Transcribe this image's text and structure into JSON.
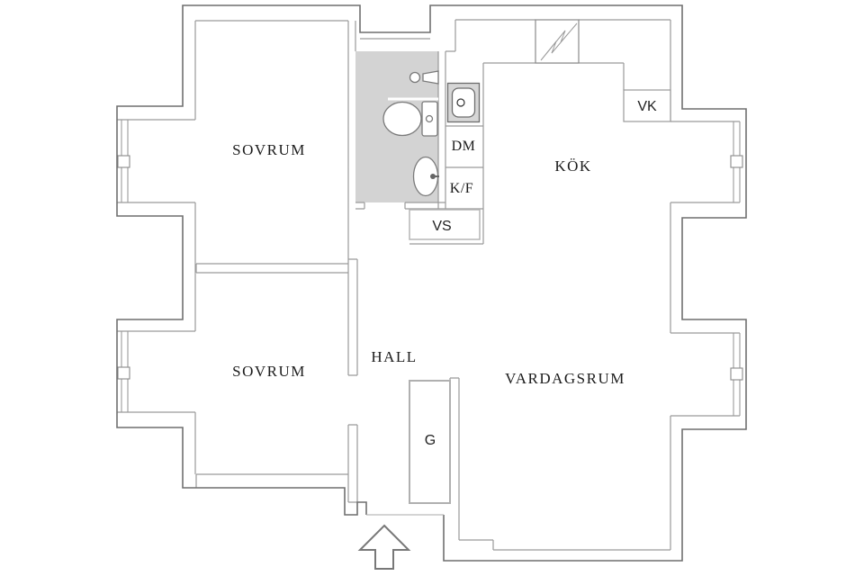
{
  "diagram": {
    "type": "floor-plan",
    "language": "sv",
    "rooms": {
      "bedroom_top": {
        "label": "SOVRUM"
      },
      "bedroom_bottom": {
        "label": "SOVRUM"
      },
      "kitchen": {
        "label": "KÖK"
      },
      "hall": {
        "label": "HALL"
      },
      "living_room": {
        "label": "VARDAGSRUM"
      }
    },
    "annotations": {
      "vk": {
        "label": "VK"
      },
      "dishwasher": {
        "label": "DM"
      },
      "fridge_freezer": {
        "label": "K/F"
      },
      "vs": {
        "label": "VS"
      },
      "wardrobe": {
        "label": "G"
      }
    },
    "symbols": {
      "entrance": "entrance-arrow-up",
      "electrical": "lightning-bolt-box",
      "bathroom": "toilet-washbasin-shower",
      "kitchen_sink": "sink-top-view",
      "windows": "window-with-handle"
    },
    "colors": {
      "background": "#ffffff",
      "wall_outer": "#6f6f6f",
      "wall_inner": "#9a9a9a",
      "bathroom_fill": "#d3d3d3",
      "fixture_stroke": "#7a7a7a",
      "text": "#1b1b1b"
    }
  }
}
